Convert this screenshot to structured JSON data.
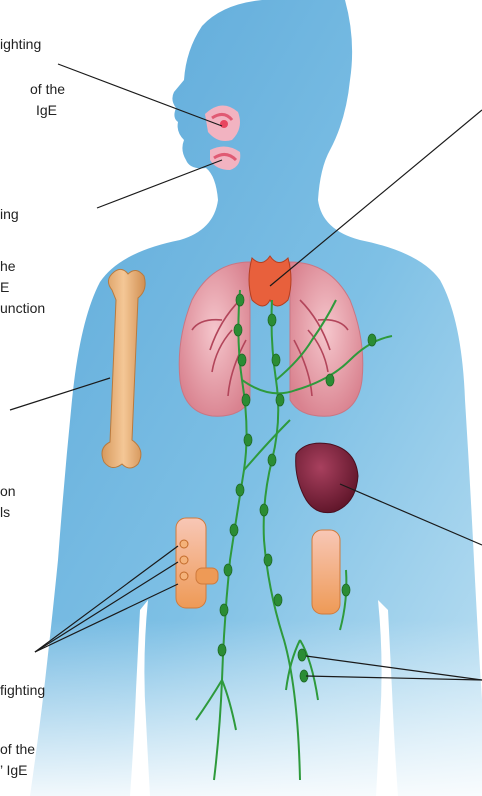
{
  "text_fragments": {
    "tonsils_line1": "ighting",
    "tonsils_line2": "of the",
    "tonsils_line3": "IgE",
    "adenoids_line1": "ing",
    "thymus_line1": "he",
    "thymus_line2": "E",
    "thymus_line3": "unction",
    "spleen_line1": "on",
    "spleen_line2": "ls",
    "nodes_line1": "fighting",
    "nodes_line2": "of the",
    "nodes_line3": "’ IgE"
  },
  "colors": {
    "silhouette": "#7ebfe3",
    "silhouette_dark": "#4e9fd0",
    "lungs": "#e9a3ad",
    "lung_vessels": "#b2455a",
    "lymph_vessels": "#2e9a3c",
    "lymph_nodes": "#2b8c34",
    "bone": "#e7b07a",
    "spleen": "#7c2038",
    "intestine": "#f1a263",
    "thymus": "#e8603c",
    "label_text": "#222222",
    "leader_line": "#1a1a1a"
  },
  "icons": [
    "human-silhouette",
    "tonsils",
    "adenoids",
    "thymus",
    "lungs",
    "bone-marrow",
    "spleen",
    "peyers-patches",
    "lymph-nodes"
  ]
}
